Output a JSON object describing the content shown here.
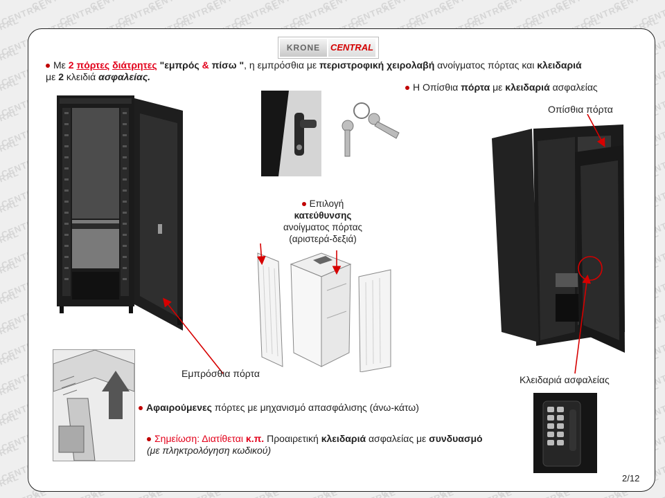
{
  "watermark_text": "CENTRAL",
  "logo": {
    "left_text": "KRONE",
    "right_text": "CENTRAL"
  },
  "intro": {
    "p1": "Με ",
    "p2": "2",
    "p3": "πόρτες",
    "p4": " ",
    "p5": "διάτρητες",
    "p6": " \"εμπρός ",
    "p7": "&",
    "p8": " πίσω \"",
    "p9": ", η εμπρόσθια με ",
    "p10": "περιστροφική χειρολαβή",
    "p11": " ανοίγματος πόρτας και ",
    "p12": "κλειδαριά",
    "p13": "με ",
    "p14": "2",
    "p15": " κλειδιά ",
    "p16": "ασφαλείας."
  },
  "rear_lock_note": {
    "a": "Η Οπίσθια ",
    "b": "πόρτα",
    "c": " με ",
    "d": "κλειδαριά",
    "e": " ασφαλείας"
  },
  "rear_door_label": "Οπίσθια πόρτα",
  "direction_note": {
    "l1": "Επιλογή",
    "l2": "κατεύθυνσης",
    "l3": "ανοίγματος πόρτας",
    "l4": "(αριστερά-δεξιά)"
  },
  "front_door_label": "Εμπρόσθια πόρτα",
  "security_lock_label": "Κλειδαριά ασφαλείας",
  "removable_note": {
    "a": "Αφαιρούμενες",
    "b": " πόρτες με μηχανισμό απασφάλισης (άνω-κάτω)"
  },
  "note": {
    "a": "Σημείωση:",
    "b": " Διατίθεται ",
    "c": "κ.π.",
    "d": " Προαιρετική ",
    "e": "κλειδαριά",
    "f": " ασφαλείας με ",
    "g": "συνδυασμό",
    "h": "(με πληκτρολόγηση κωδικού)"
  },
  "page_number": "2/12",
  "colors": {
    "accent_red": "#e2001a",
    "text": "#222222",
    "frame": "#222222"
  },
  "icons": [
    "bullet-icon",
    "arrow-icon",
    "highlight-circle-icon"
  ]
}
